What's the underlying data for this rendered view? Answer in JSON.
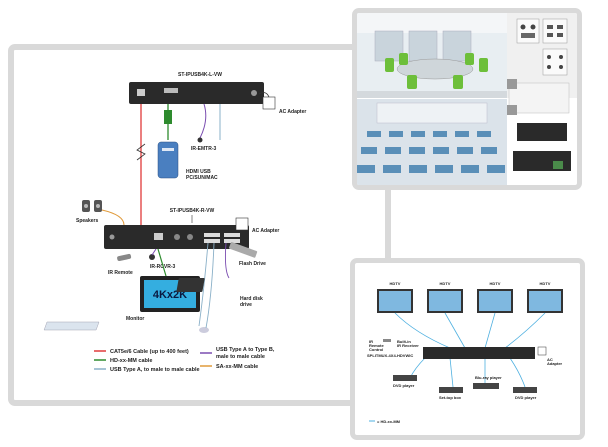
{
  "diagram": {
    "tx_device": "ST-IPUSB4K-L-VW",
    "rx_device": "ST-IPUSB4K-R-VW",
    "ac_adapter_tx": "AC Adapter",
    "ac_adapter_rx": "AC Adapter",
    "ir_emitter": "IR-EMTR-3",
    "hdmi_usb_pc": "HDMI USB PC/SUN/MAC",
    "speakers": "Speakers",
    "ir_remote": "IR Remote",
    "ir_receiver": "IR-RCVR-3",
    "flash_drive": "Flash Drive",
    "hard_disk": "Hard disk drive",
    "monitor": "Monitor",
    "monitor_screen": "4Kx2K"
  },
  "legend": [
    {
      "label": "CAT5e/6 Cable (up to 400 feet)",
      "color": "#e03a3a"
    },
    {
      "label": "HD-xx-MM cable",
      "color": "#2e8b2e"
    },
    {
      "label": "USB Type A, to male to male cable",
      "color": "#8ab0c8"
    },
    {
      "label": "USB Type A  to Type B, male to male cable",
      "color": "#7a4db0"
    },
    {
      "label": "SA-xx-MM cable",
      "color": "#e09a3a"
    }
  ],
  "split": {
    "hdtv": [
      "HDTV",
      "HDTV",
      "HDTV",
      "HDTV"
    ],
    "device": "SPLITMUX-4X4-HDVWIC",
    "ir_remote": "IR Remote Control",
    "ir_receiver": "Built-in IR Receiver",
    "ac": "AC Adapter",
    "players": [
      "DVD player",
      "Blu-ray player",
      "DVD player",
      "Set-top box"
    ],
    "legend": "= HD-xx-MM"
  }
}
